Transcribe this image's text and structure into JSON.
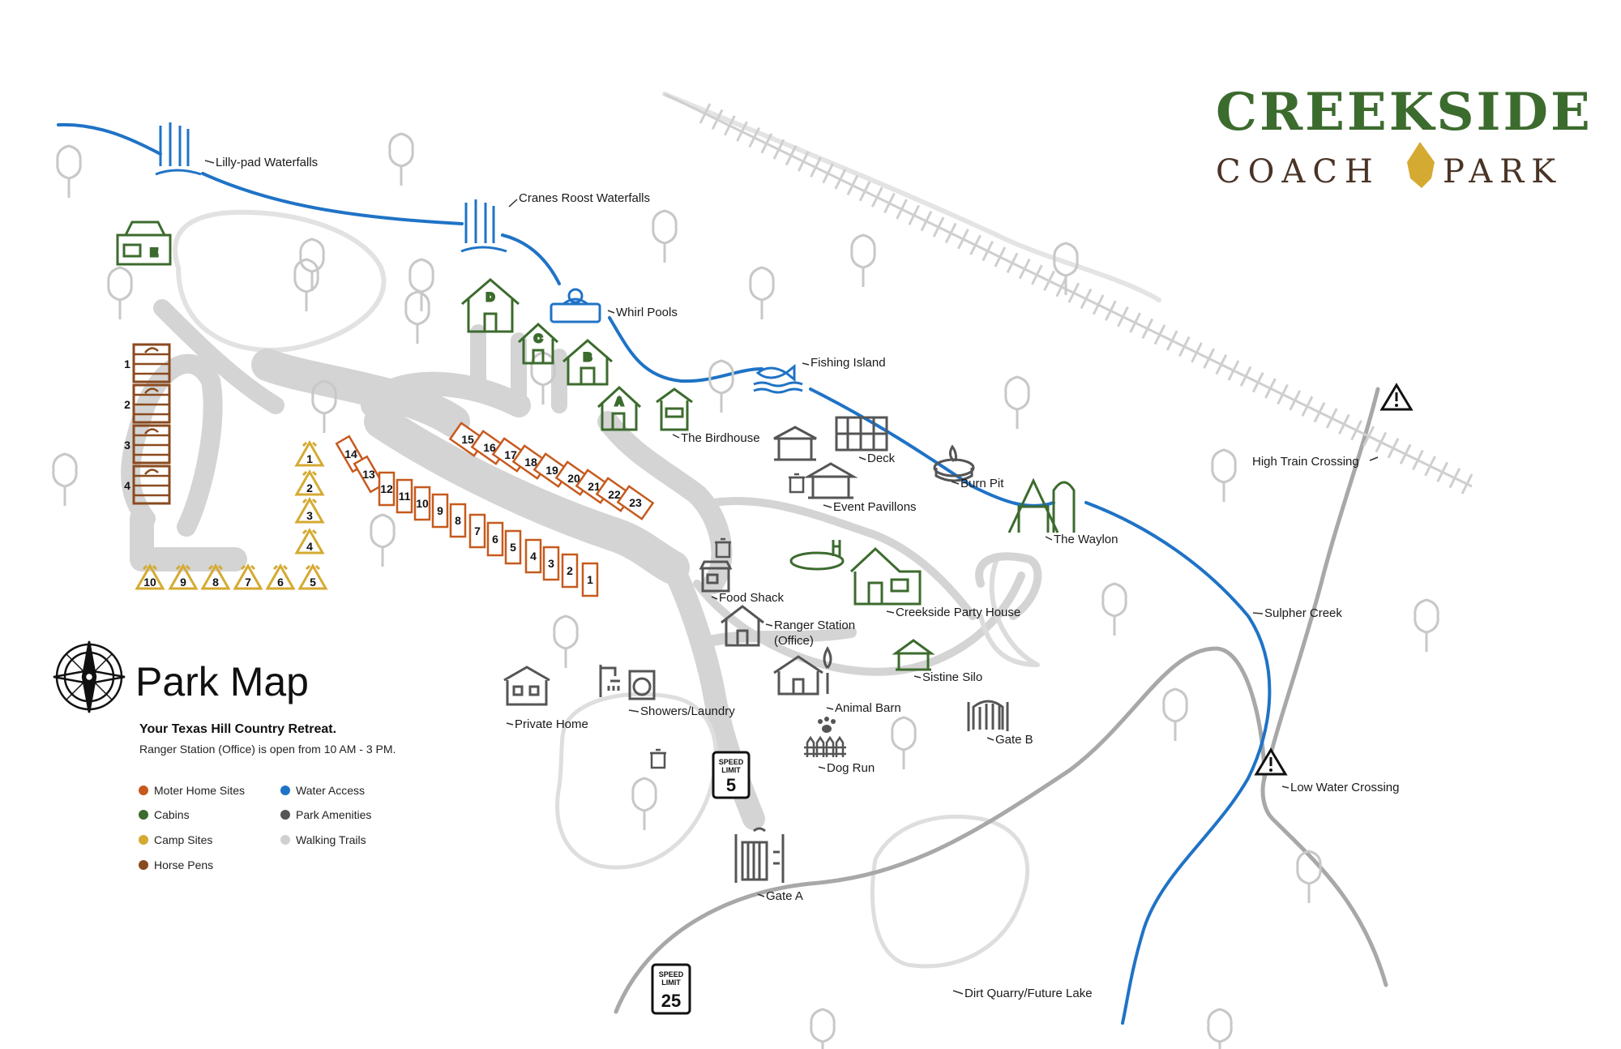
{
  "brand": {
    "line1": "CREEKSIDE",
    "line2a": "COACH",
    "line2b": "PARK"
  },
  "title": "Park Map",
  "tagline": "Your Texas Hill Country Retreat.",
  "hours": "Ranger Station (Office) is open from 10 AM - 3 PM.",
  "legend": [
    {
      "label": "Moter Home Sites",
      "color": "#c65a1e"
    },
    {
      "label": "Cabins",
      "color": "#3c6b2e"
    },
    {
      "label": "Camp Sites",
      "color": "#d4aa32"
    },
    {
      "label": "Horse Pens",
      "color": "#8a4a1f"
    },
    {
      "label": "Water Access",
      "color": "#1f73c6"
    },
    {
      "label": "Park Amenities",
      "color": "#555555"
    },
    {
      "label": "Walking Trails",
      "color": "#d0d0d0"
    }
  ],
  "places": {
    "lilly_pad_waterfalls": "Lilly-pad Waterfalls",
    "cranes_roost_waterfalls": "Cranes Roost Waterfalls",
    "whirl_pools": "Whirl Pools",
    "fishing_island": "Fishing Island",
    "the_birdhouse": "The Birdhouse",
    "deck": "Deck",
    "burn_pit": "Burn Pit",
    "event_pavilions": "Event Pavillons",
    "the_waylon": "The Waylon",
    "high_train_crossing": "High Train Crossing",
    "food_shack": "Food Shack",
    "ranger_station_1": "Ranger Station",
    "ranger_station_2": "(Office)",
    "creekside_party_house": "Creekside Party House",
    "sulpher_creek": "Sulpher Creek",
    "sistine_silo": "Sistine Silo",
    "animal_barn": "Animal Barn",
    "private_home": "Private Home",
    "showers_laundry": "Showers/Laundry",
    "gate_b": "Gate B",
    "dog_run": "Dog Run",
    "low_water_crossing": "Low Water Crossing",
    "gate_a": "Gate A",
    "dirt_quarry": "Dirt Quarry/Future Lake"
  },
  "cabins": {
    "a": "A",
    "b": "B",
    "c": "C",
    "d": "D",
    "e": "E"
  },
  "horse_pens": [
    "1",
    "2",
    "3",
    "4"
  ],
  "camp_sites": [
    "1",
    "2",
    "3",
    "4",
    "10",
    "9",
    "8",
    "7",
    "6",
    "5"
  ],
  "motor_sites_lower": [
    "14",
    "13",
    "12",
    "11",
    "10",
    "9",
    "8",
    "7",
    "6",
    "5",
    "4",
    "3",
    "2",
    "1"
  ],
  "motor_sites_upper": [
    "15",
    "16",
    "17",
    "18",
    "19",
    "20",
    "21",
    "22",
    "23"
  ],
  "signs": {
    "speed_small": {
      "line1": "SPEED",
      "line2": "LIMIT",
      "value": "5"
    },
    "speed_large": {
      "line1": "SPEED",
      "line2": "LIMIT",
      "value": "25"
    }
  }
}
